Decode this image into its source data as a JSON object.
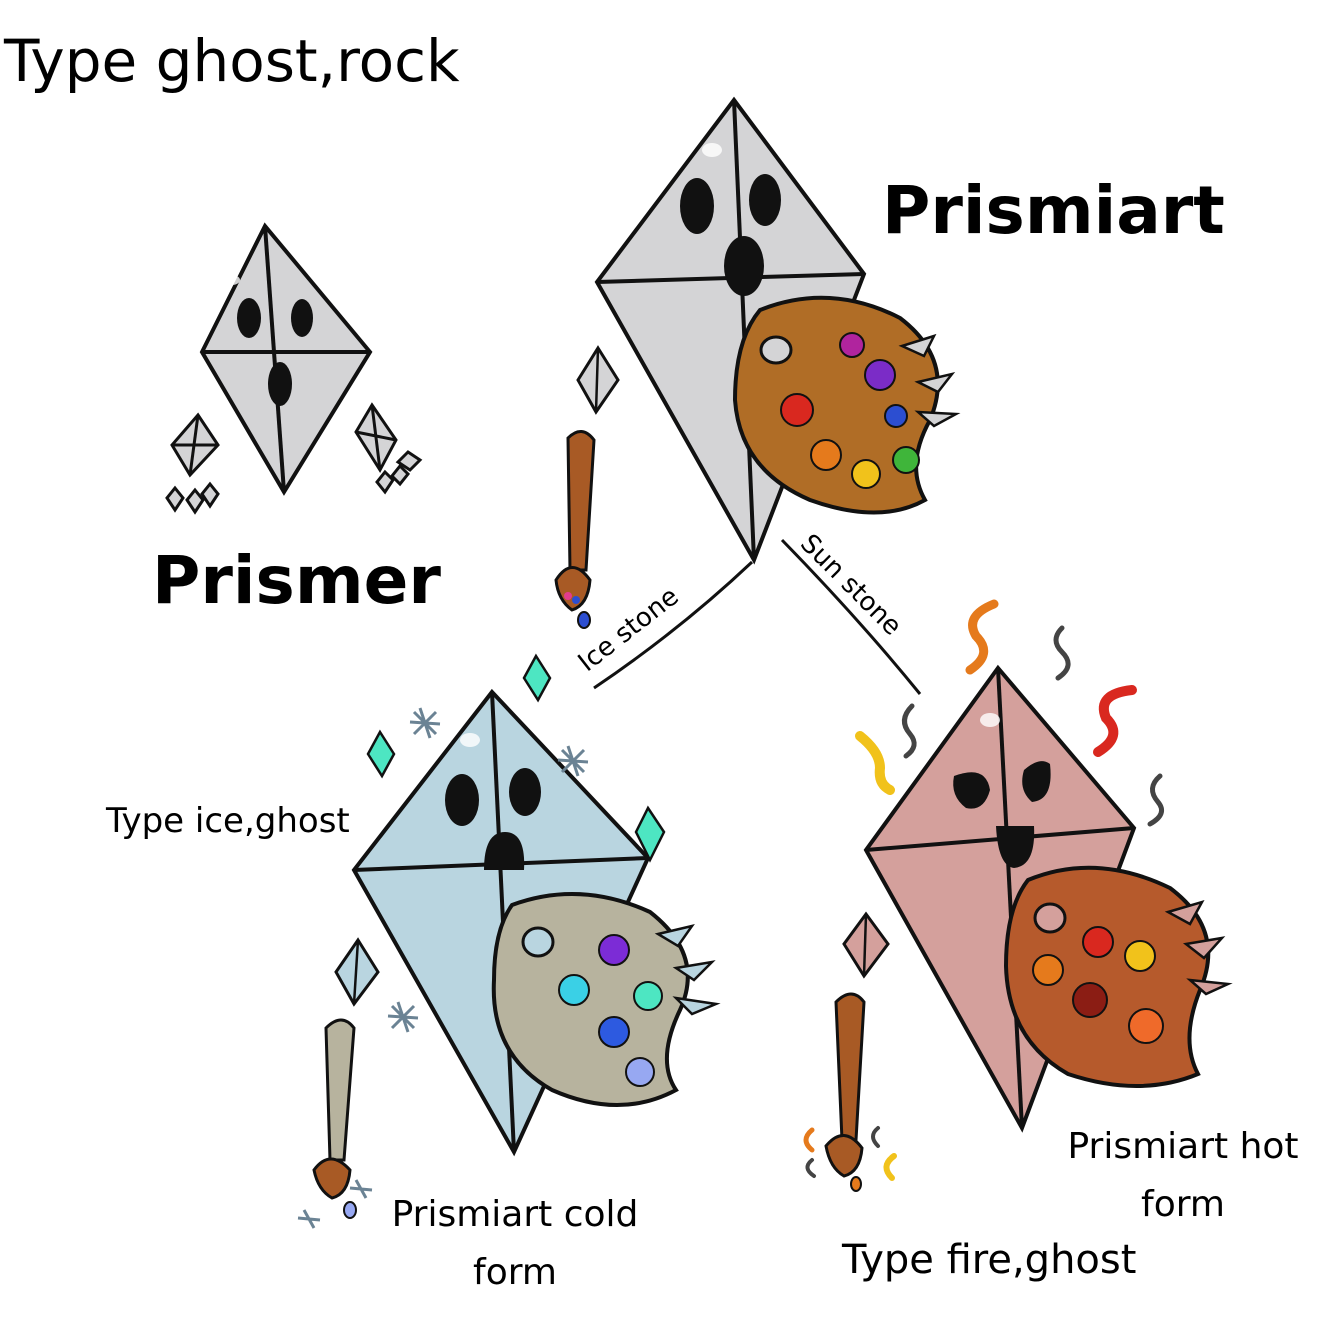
{
  "header": {
    "title": "Type ghost,rock"
  },
  "evolution": {
    "base": {
      "name": "Prismer"
    },
    "middle": {
      "name": "Prismiart"
    },
    "cold": {
      "type": "Type ice,ghost",
      "form": "Prismiart cold form",
      "stone": "Ice stone"
    },
    "hot": {
      "type": "Type fire,ghost",
      "form": "Prismiart hot form",
      "stone": "Sun stone"
    }
  },
  "colors": {
    "base_body": "#d4d4d6",
    "cold_body": "#b9d5e0",
    "hot_body": "#d4a09c",
    "palette_warm": "#b06d26",
    "palette_cold": "#b7b39e",
    "palette_hot": "#b65a2c",
    "brush": "#a85a25"
  }
}
